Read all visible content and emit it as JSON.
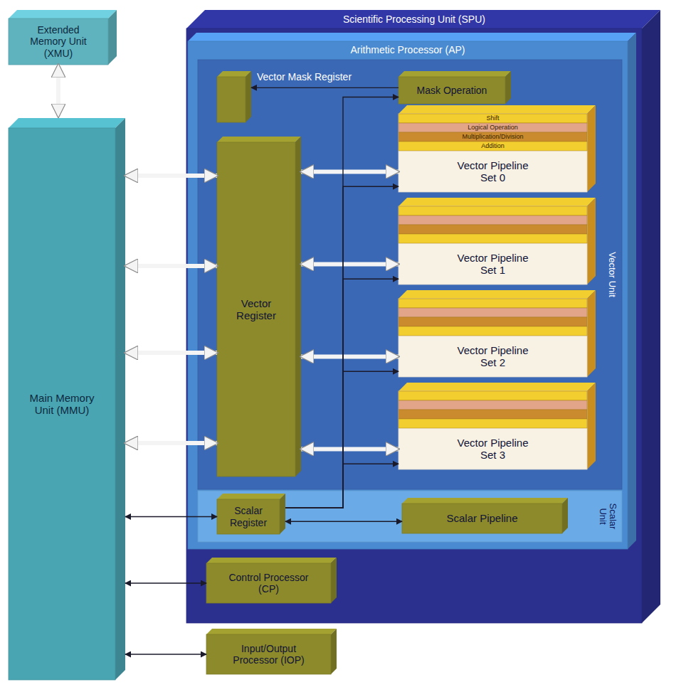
{
  "diagram": {
    "nodes": [
      {
        "text": [
          "Extended Memory Unit (XMU)"
        ]
      },
      {
        "text": [
          "Main Memory Unit (MMU)"
        ]
      },
      {
        "text": [
          "Scientific Processing Unit (SPU)"
        ]
      },
      {
        "text": [
          "Arithmetic Processor (AP)"
        ],
        "in": 2
      },
      {
        "text": [
          "Vector Unit"
        ],
        "in": 3
      },
      {
        "text": [
          "Vector Mask Register"
        ],
        "in": 4
      },
      {
        "text": [
          "Mask Operation"
        ],
        "in": 4
      },
      {
        "text": [
          "Vector Register"
        ],
        "in": 4
      },
      {
        "text": [
          "Vector Pipeline Set 0"
        ],
        "in": 4
      },
      {
        "text": [
          "Shift"
        ],
        "in": 8
      },
      {
        "text": [
          "Logical Operation"
        ],
        "in": 8
      },
      {
        "text": [
          "Multiplication/Division"
        ],
        "in": 8
      },
      {
        "text": [
          "Addition"
        ],
        "in": 8
      },
      {
        "text": [
          "Vector Pipeline Set 1"
        ],
        "in": 4
      },
      {
        "text": [
          "Vector Pipeline Set 2"
        ],
        "in": 4
      },
      {
        "text": [
          "Vector Pipeline Set 3"
        ],
        "in": 4
      },
      {
        "text": [
          "Scalar Unit"
        ],
        "in": 3
      },
      {
        "text": [
          "Scalar Register"
        ],
        "in": 16
      },
      {
        "text": [
          "Scalar Pipeline"
        ],
        "in": 16
      },
      {
        "text": [
          "Control Processor (CP)"
        ],
        "in": 2
      },
      {
        "text": [
          "Input/Output Processor (IOP)"
        ]
      }
    ],
    "edges": [
      {
        "from": 0,
        "to": 1,
        "arrow": "both"
      },
      {
        "from": 1,
        "to": 7,
        "arrow": "both"
      },
      {
        "from": 1,
        "to": 7,
        "arrow": "both"
      },
      {
        "from": 1,
        "to": 7,
        "arrow": "both"
      },
      {
        "from": 1,
        "to": 7,
        "arrow": "both"
      },
      {
        "from": 7,
        "to": 8,
        "arrow": "both"
      },
      {
        "from": 7,
        "to": 13,
        "arrow": "both"
      },
      {
        "from": 7,
        "to": 14,
        "arrow": "both"
      },
      {
        "from": 7,
        "to": 15,
        "arrow": "both"
      },
      {
        "from": 6,
        "to": 5,
        "arrow": "to"
      },
      {
        "from": 17,
        "to": 8,
        "arrow": "to"
      },
      {
        "from": 17,
        "to": 13,
        "arrow": "to"
      },
      {
        "from": 17,
        "to": 14,
        "arrow": "to"
      },
      {
        "from": 17,
        "to": 15,
        "arrow": "to"
      },
      {
        "from": 17,
        "to": 6,
        "arrow": "to"
      },
      {
        "from": 1,
        "to": 17,
        "arrow": "both"
      },
      {
        "from": 17,
        "to": 18,
        "arrow": "both"
      },
      {
        "from": 1,
        "to": 19,
        "arrow": "both"
      },
      {
        "from": 1,
        "to": 20,
        "arrow": "both"
      }
    ]
  }
}
